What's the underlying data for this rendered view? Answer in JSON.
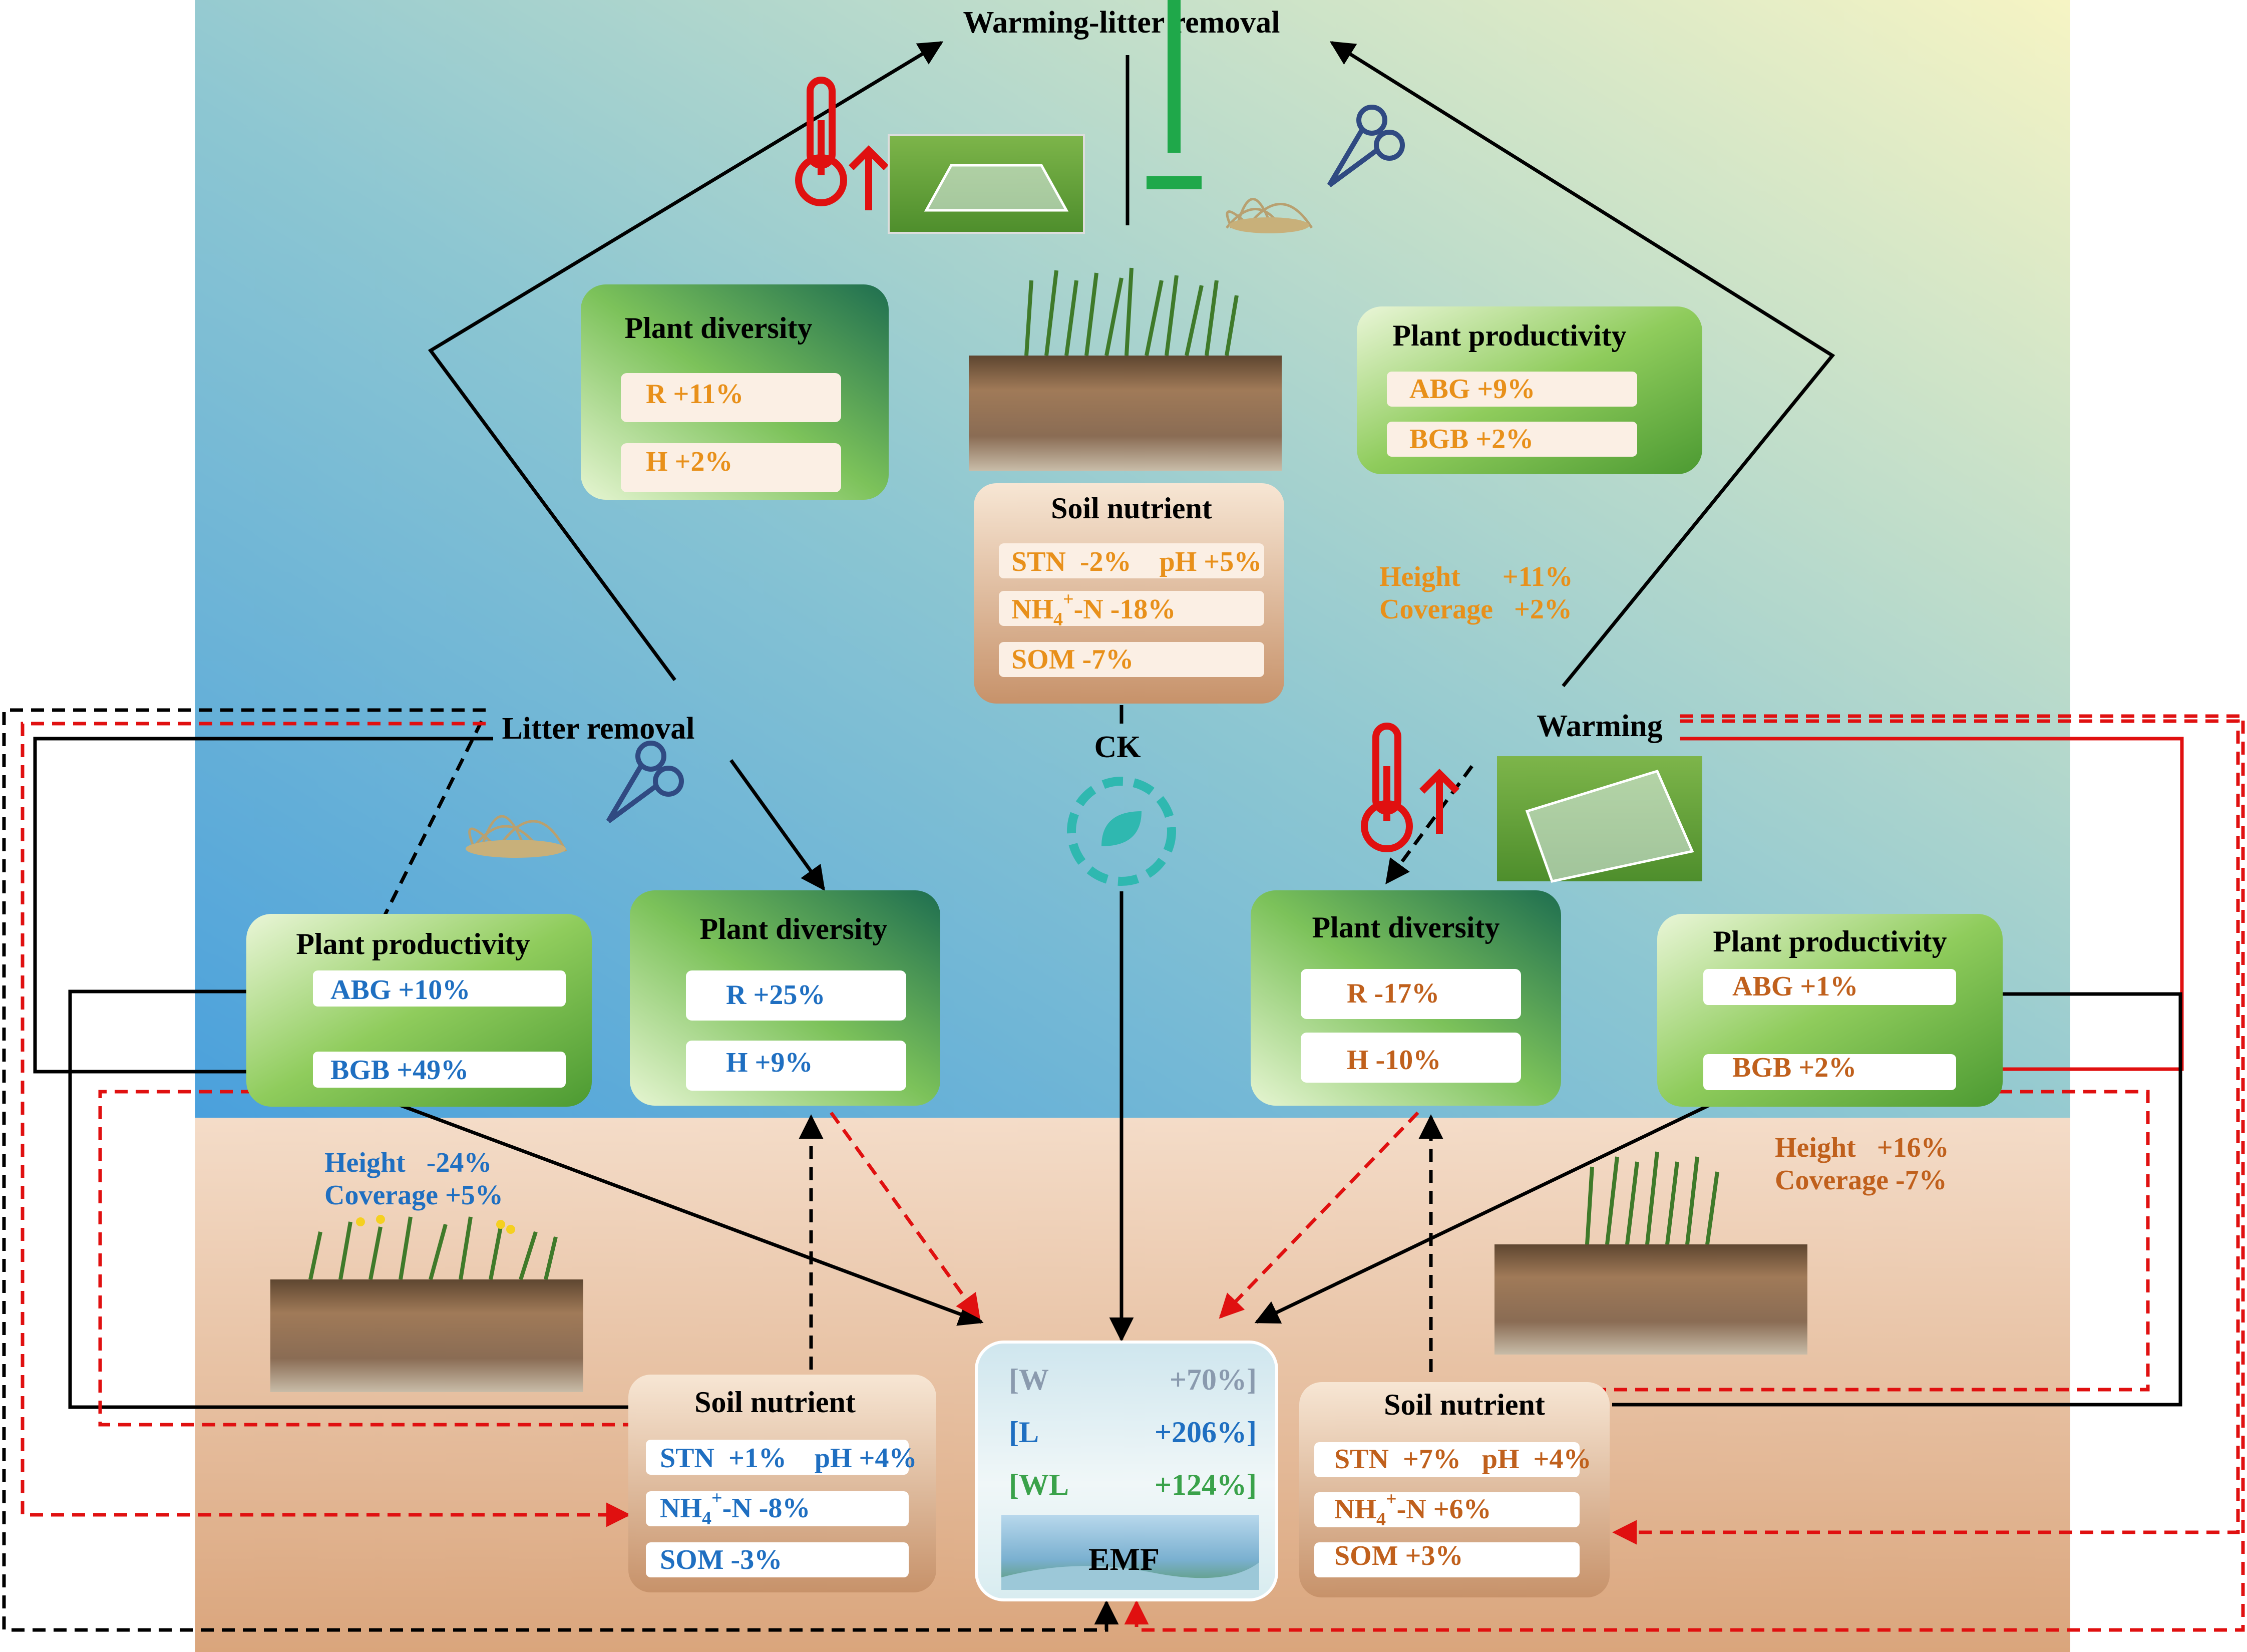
{
  "colors": {
    "orange_text": "#e8901a",
    "blue_text": "#1f6fc1",
    "brown_text": "#c0601c",
    "emf_gray": "#8a9aae",
    "emf_blue": "#1f6fc1",
    "emf_green": "#3aa24a",
    "red_arrow": "#e01010",
    "black_arrow": "#000000"
  },
  "titles": {
    "top": "Warming-litter removal",
    "litter": "Litter removal",
    "warming": "Warming",
    "ck": "CK",
    "emf": "EMF"
  },
  "wl": {
    "diversity": {
      "title": "Plant diversity",
      "items": [
        "R +11%",
        "H +2%"
      ]
    },
    "productivity": {
      "title": "Plant  productivity",
      "items": [
        "ABG +9%",
        "BGB +2%"
      ]
    },
    "soil": {
      "title": "Soil nutrient",
      "items": [
        "STN  -2%    pH +5%",
        "NH4+-N  -18%",
        "SOM -7%"
      ]
    },
    "height": "Height      +11%",
    "coverage": "Coverage   +2%"
  },
  "lr": {
    "productivity": {
      "title": "Plant  productivity",
      "items": [
        "ABG +10%",
        "BGB +49%"
      ]
    },
    "diversity": {
      "title": "Plant diversity",
      "items": [
        "R +25%",
        "H +9%"
      ]
    },
    "soil": {
      "title": "Soil nutrient",
      "items": [
        "STN  +1%    pH +4%",
        "NH4+-N  -8%",
        "SOM  -3%"
      ]
    },
    "height": "Height   -24%",
    "coverage": "Coverage +5%"
  },
  "w": {
    "diversity": {
      "title": "Plant diversity",
      "items": [
        "R -17%",
        "H -10%"
      ]
    },
    "productivity": {
      "title": "Plant  productivity",
      "items": [
        "ABG +1%",
        "BGB +2%"
      ]
    },
    "soil": {
      "title": "Soil nutrient",
      "items": [
        "STN  +7%   pH  +4%",
        "NH4+-N  +6%",
        "SOM  +3%"
      ]
    },
    "height": "Height   +16%",
    "coverage": "Coverage -7%"
  },
  "emf_box": {
    "rows": [
      {
        "label": "[W",
        "value": "+70%]"
      },
      {
        "label": "[L",
        "value": "+206%]"
      },
      {
        "label": "[WL",
        "value": "+124%]"
      }
    ]
  },
  "icons": {
    "thermometer": "thermometer-icon",
    "scissors": "scissors-icon",
    "plus": "plus-icon",
    "cycle": "leaf-cycle-icon"
  }
}
